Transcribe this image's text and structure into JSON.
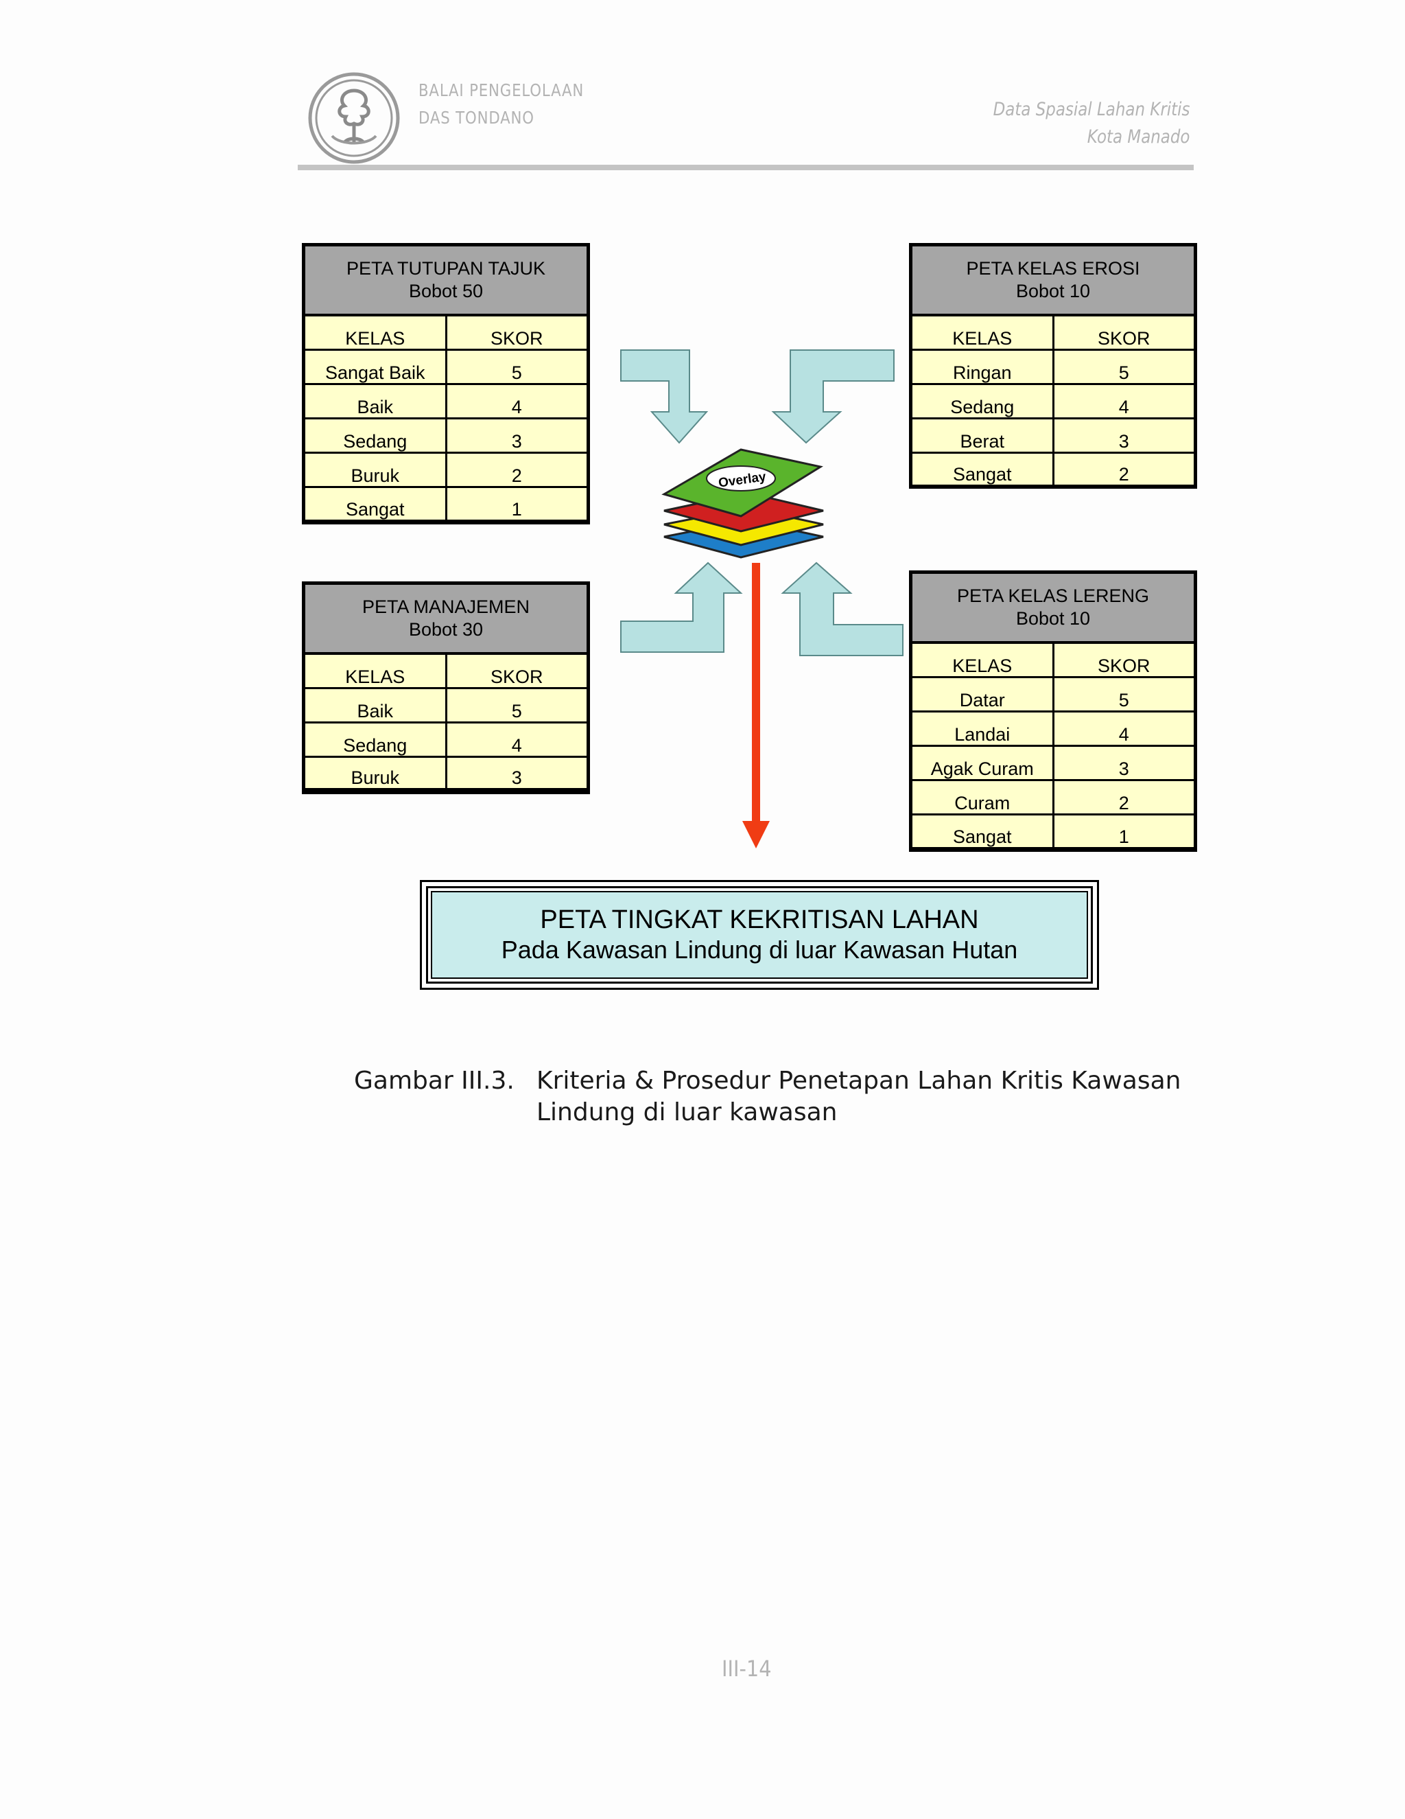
{
  "header": {
    "org_line1": "BALAI PENGELOLAAN",
    "org_line2": "DAS TONDANO",
    "doc_line1": "Data Spasial Lahan Kritis",
    "doc_line2": "Kota Manado"
  },
  "tables": {
    "tutupan": {
      "title": "PETA TUTUPAN TAJUK",
      "weight": "Bobot 50",
      "col_kelas": "KELAS",
      "col_skor": "SKOR",
      "rows": [
        {
          "kelas": "Sangat Baik",
          "skor": "5"
        },
        {
          "kelas": "Baik",
          "skor": "4"
        },
        {
          "kelas": "Sedang",
          "skor": "3"
        },
        {
          "kelas": "Buruk",
          "skor": "2"
        },
        {
          "kelas": "Sangat",
          "skor": "1"
        }
      ]
    },
    "erosi": {
      "title": "PETA KELAS EROSI",
      "weight": "Bobot 10",
      "col_kelas": "KELAS",
      "col_skor": "SKOR",
      "rows": [
        {
          "kelas": "Ringan",
          "skor": "5"
        },
        {
          "kelas": "Sedang",
          "skor": "4"
        },
        {
          "kelas": "Berat",
          "skor": "3"
        },
        {
          "kelas": "Sangat",
          "skor": "2"
        }
      ]
    },
    "manajemen": {
      "title": "PETA MANAJEMEN",
      "weight": "Bobot 30",
      "col_kelas": "KELAS",
      "col_skor": "SKOR",
      "rows": [
        {
          "kelas": "Baik",
          "skor": "5"
        },
        {
          "kelas": "Sedang",
          "skor": "4"
        },
        {
          "kelas": "Buruk",
          "skor": "3"
        }
      ]
    },
    "lereng": {
      "title": "PETA KELAS LERENG",
      "weight": "Bobot 10",
      "col_kelas": "KELAS",
      "col_skor": "SKOR",
      "rows": [
        {
          "kelas": "Datar",
          "skor": "5"
        },
        {
          "kelas": "Landai",
          "skor": "4"
        },
        {
          "kelas": "Agak Curam",
          "skor": "3"
        },
        {
          "kelas": "Curam",
          "skor": "2"
        },
        {
          "kelas": "Sangat",
          "skor": "1"
        }
      ]
    }
  },
  "overlay_label": "Overlay",
  "result": {
    "title": "PETA TINGKAT KEKRITISAN LAHAN",
    "subtitle": "Pada Kawasan Lindung di luar Kawasan Hutan"
  },
  "caption": {
    "label": "Gambar III.3.",
    "text": "Kriteria & Prosedur  Penetapan Lahan Kritis Kawasan Lindung di luar kawasan"
  },
  "page_number": "III-14",
  "colors": {
    "table_header": "#a6a6a6",
    "table_cell": "#ffffcc",
    "arrow_fill": "#b7e1e1",
    "result_fill": "#c9ecec",
    "output_arrow": "#f03c14",
    "layer_green": "#5ab42c",
    "layer_red": "#d02020",
    "layer_yellow": "#f5e800",
    "layer_blue": "#1e7ec8"
  },
  "icons": [
    "institution-logo",
    "overlay-layers-icon"
  ]
}
